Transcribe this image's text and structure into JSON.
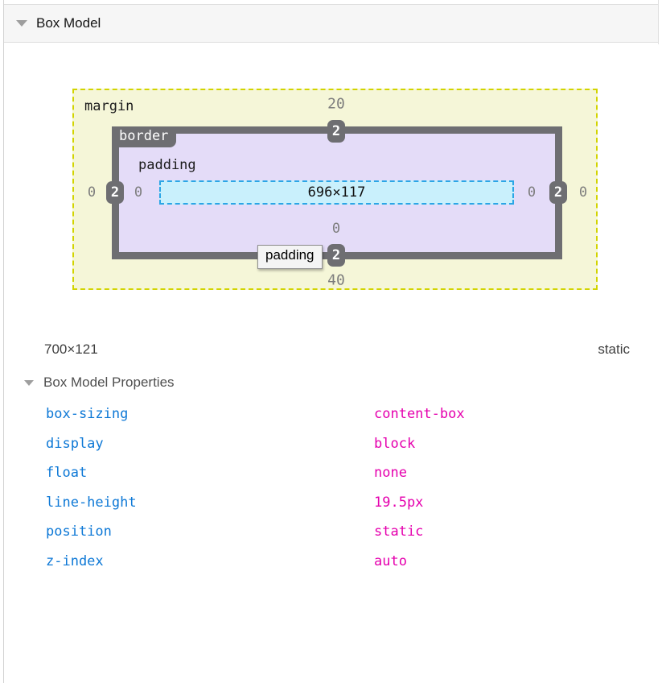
{
  "header": {
    "title": "Box Model"
  },
  "diagram": {
    "margin_label": "margin",
    "border_label": "border",
    "padding_label": "padding",
    "content_size": "696×117",
    "tooltip": "padding",
    "values": {
      "margin_top": "20",
      "margin_right": "0",
      "margin_bottom": "40",
      "margin_left": "0",
      "border_top": "2",
      "border_right": "2",
      "border_bottom": "2",
      "border_left": "2",
      "padding_top": "0",
      "padding_right": "0",
      "padding_bottom": "0",
      "padding_left": "0"
    },
    "colors": {
      "margin_bg": "#f5f6d8",
      "margin_border": "#d2d400",
      "border_gray": "#6e6e72",
      "padding_bg": "#e4dcf8",
      "content_bg": "#c9f0fc",
      "content_border": "#2ba6e6"
    }
  },
  "summary": {
    "element_size": "700×121",
    "position": "static"
  },
  "properties": {
    "title": "Box Model Properties",
    "colors": {
      "name_blue": "#0d78d6",
      "value_magenta": "#e500ae"
    },
    "list": [
      {
        "name": "box-sizing",
        "value": "content-box"
      },
      {
        "name": "display",
        "value": "block"
      },
      {
        "name": "float",
        "value": "none"
      },
      {
        "name": "line-height",
        "value": "19.5px"
      },
      {
        "name": "position",
        "value": "static"
      },
      {
        "name": "z-index",
        "value": "auto"
      }
    ]
  }
}
